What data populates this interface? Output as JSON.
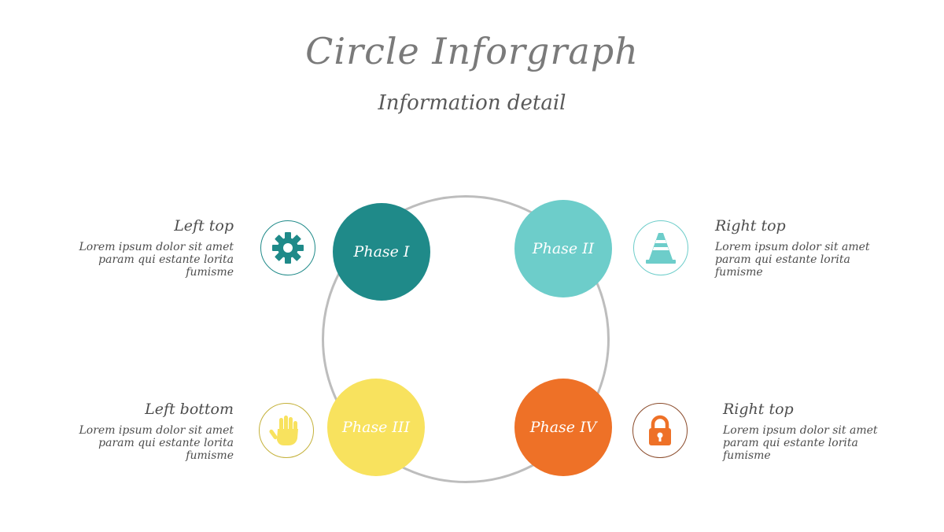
{
  "header": {
    "title": "Circle Inforgraph",
    "subtitle": "Information detail"
  },
  "colors": {
    "phase1": "#1f8a89",
    "phase2": "#6dcdca",
    "phase3": "#f8e25e",
    "phase4": "#ee7127",
    "ring": "#bdbdbd",
    "lock_ring": "#8a4a2a",
    "hand_ring": "#c4b13a"
  },
  "phases": [
    {
      "label": "Phase I"
    },
    {
      "label": "Phase II"
    },
    {
      "label": "Phase III"
    },
    {
      "label": "Phase IV"
    }
  ],
  "icons": {
    "left_top": "gear-icon",
    "right_top": "traffic-cone-icon",
    "left_bottom": "hand-icon",
    "right_bottom": "lock-icon"
  },
  "blocks": {
    "left_top": {
      "heading": "Left top",
      "line1": "Lorem ipsum dolor sit amet",
      "line2": "param qui estante lorita",
      "line3": "fumisme"
    },
    "right_top": {
      "heading": "Right top",
      "line1": "Lorem ipsum dolor sit amet",
      "line2": "param qui estante lorita",
      "line3": "fumisme"
    },
    "left_bottom": {
      "heading": "Left bottom",
      "line1": "Lorem ipsum dolor sit amet",
      "line2": "param qui estante lorita",
      "line3": "fumisme"
    },
    "right_bottom": {
      "heading": "Right top",
      "line1": "Lorem ipsum dolor sit amet",
      "line2": "param qui estante lorita",
      "line3": "fumisme"
    }
  }
}
